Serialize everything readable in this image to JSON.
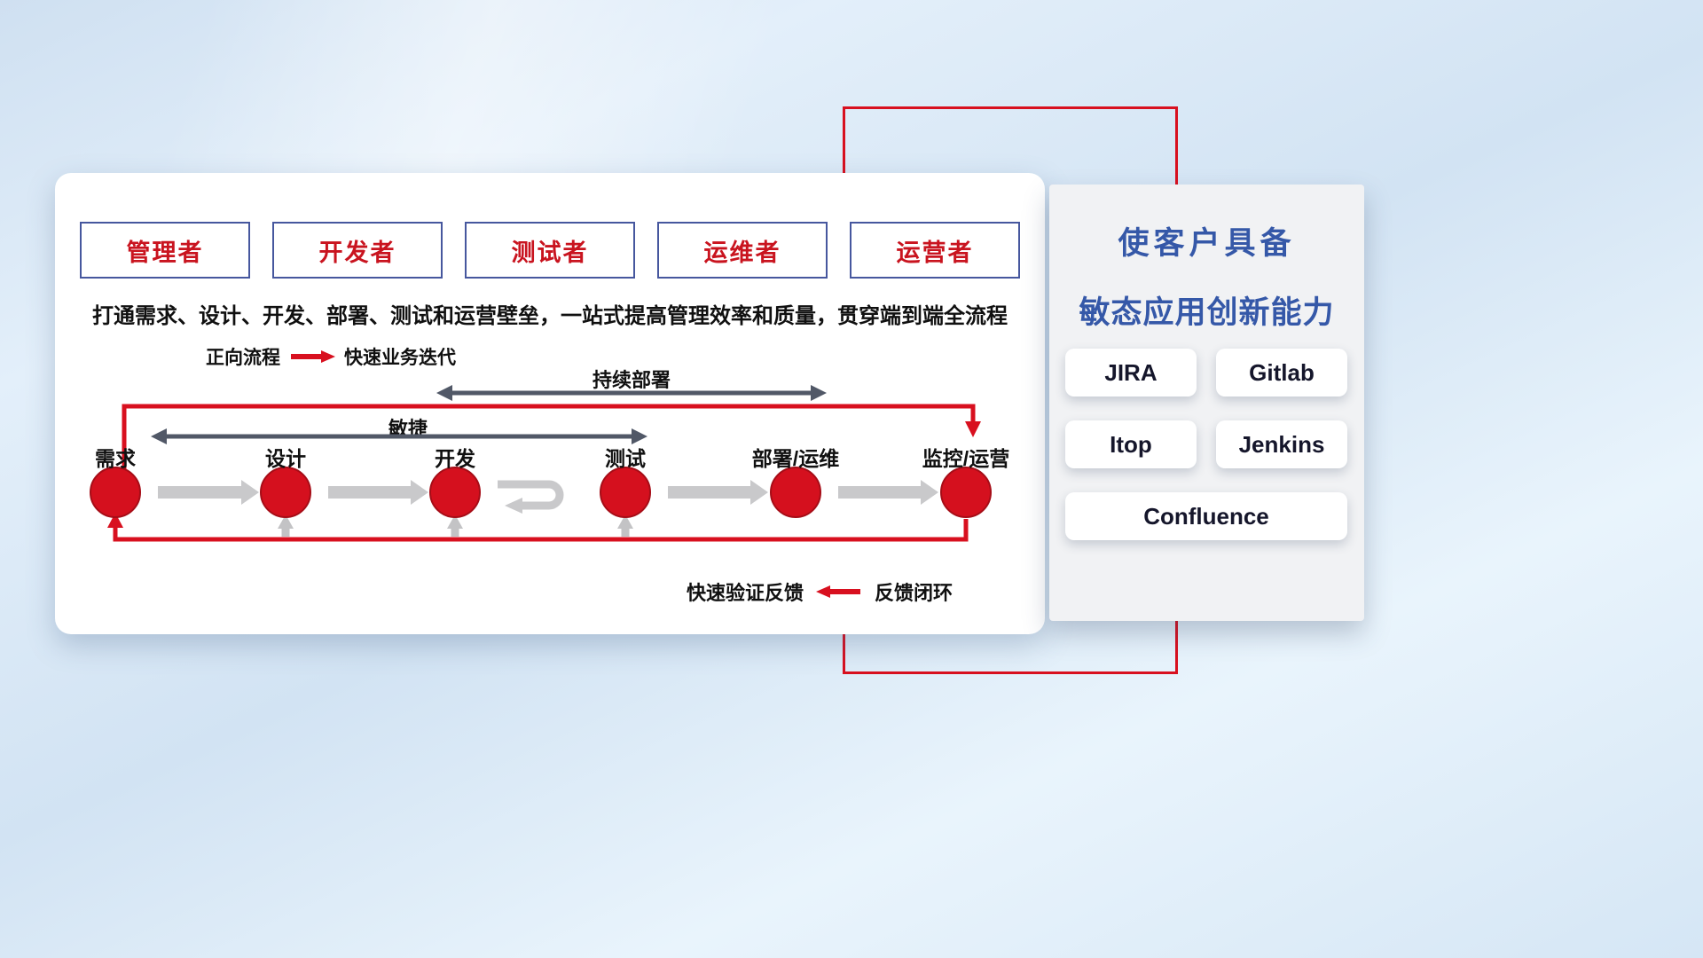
{
  "roles": [
    {
      "label": "管理者"
    },
    {
      "label": "开发者"
    },
    {
      "label": "测试者"
    },
    {
      "label": "运维者"
    },
    {
      "label": "运营者"
    }
  ],
  "subtitle": "打通需求、设计、开发、部署、测试和运营壁垒，一站式提高管理效率和质量，贯穿端到端全流程",
  "legend_forward": {
    "label": "正向流程",
    "desc": "快速业务迭代"
  },
  "spans": {
    "continuous_deploy": "持续部署",
    "agile": "敏捷"
  },
  "stages": [
    "需求",
    "设计",
    "开发",
    "测试",
    "部署/运维",
    "监控/运营"
  ],
  "legend_feedback": {
    "desc": "快速验证反馈",
    "label": "反馈闭环"
  },
  "right_panel": {
    "title_line1": "使客户具备",
    "title_line2": "敏态应用创新能力",
    "tools": [
      "JIRA",
      "Gitlab",
      "Itop",
      "Jenkins",
      "Confluence"
    ]
  },
  "colors": {
    "accent_red": "#d8101f",
    "title_blue": "#3558a8",
    "dark_arrow": "#515867",
    "light_arrow": "#c9c9cb",
    "role_border_blue": "#46579e",
    "role_text_red": "#c9141f"
  }
}
